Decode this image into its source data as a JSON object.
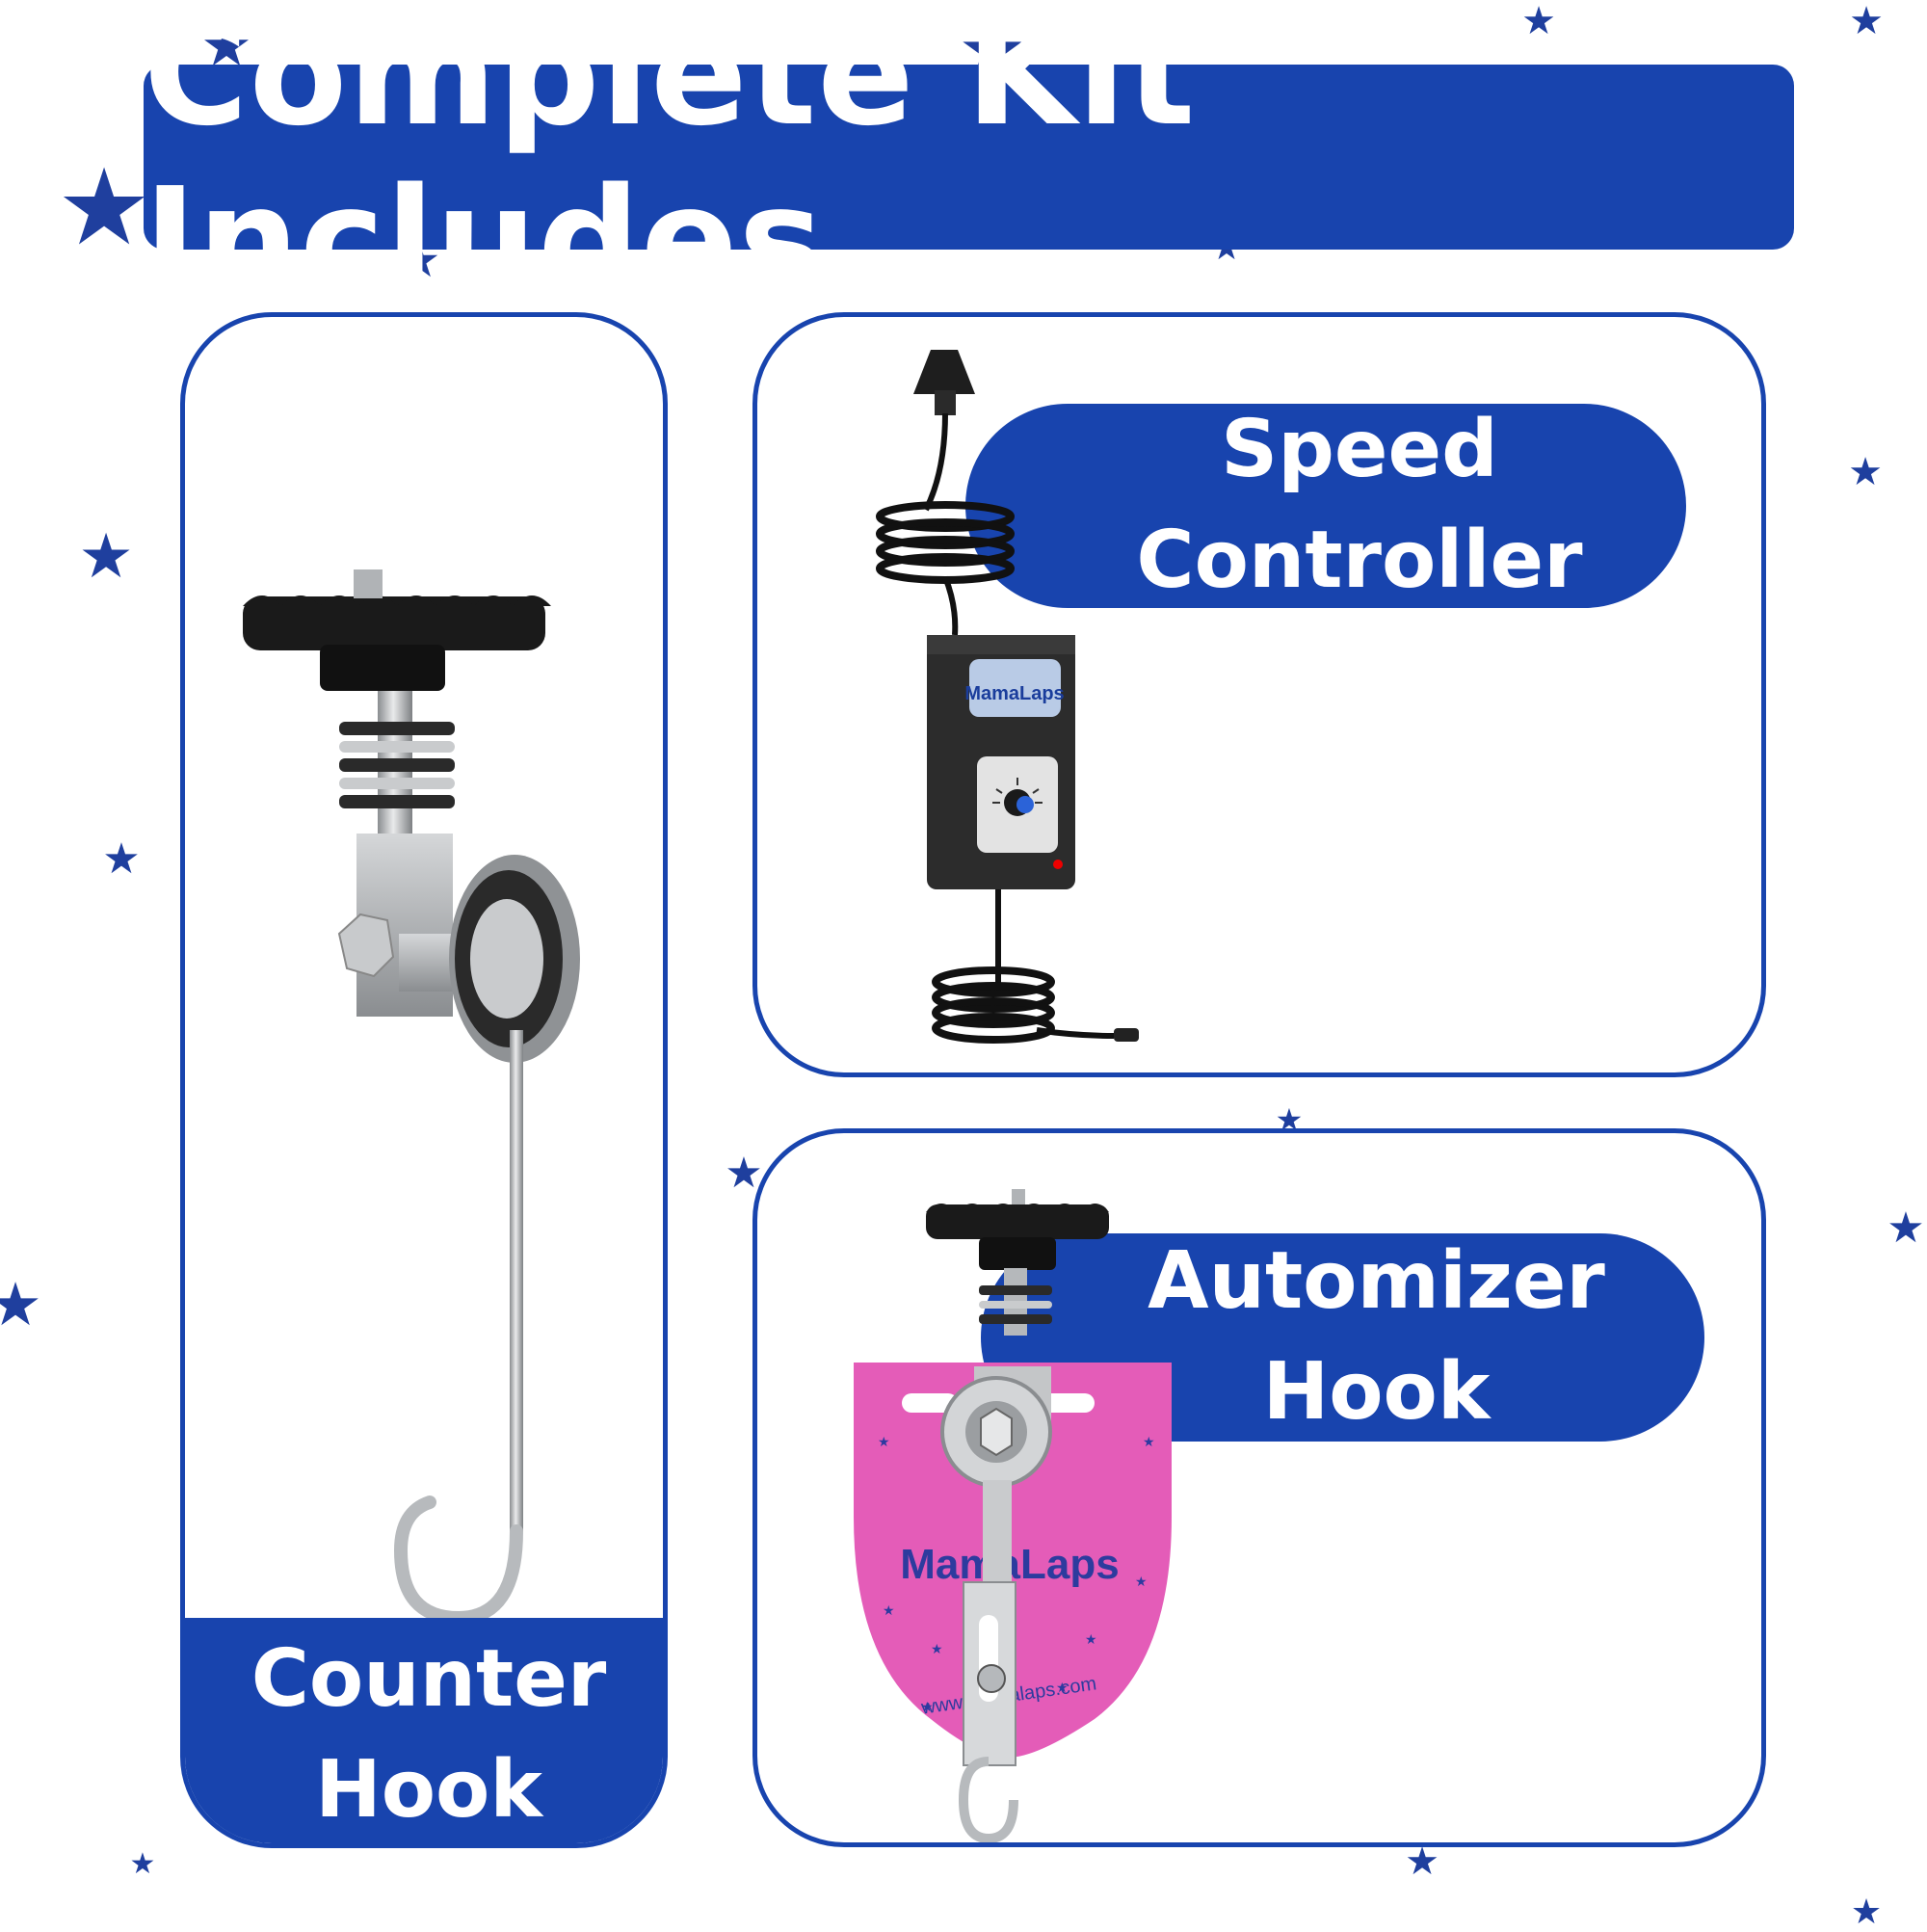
{
  "header": {
    "title": "Complete Kit Includes"
  },
  "products": {
    "counter_hook": {
      "line1": "Counter",
      "line2": "Hook"
    },
    "speed_controller": {
      "line1": "Speed",
      "line2": "Controller",
      "brand_badge": "MamaLaps"
    },
    "automizer_hook": {
      "line1": "Automizer",
      "line2": "Hook",
      "brand_badge": "MamaLaps",
      "website": "www.mamalaps.com"
    }
  },
  "colors": {
    "brand_blue": "#1844ae",
    "tag_pink": "#e45cb8",
    "background": "#ffffff"
  }
}
